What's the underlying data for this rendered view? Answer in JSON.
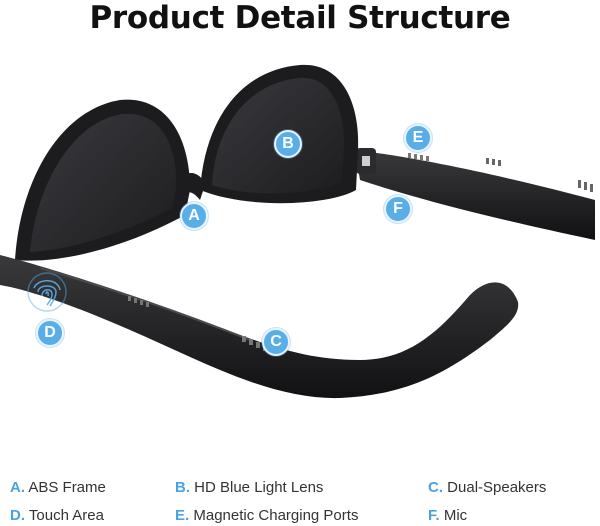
{
  "title": "Product Detail Structure",
  "markers": {
    "a": "A",
    "b": "B",
    "c": "C",
    "d": "D",
    "e": "E",
    "f": "F"
  },
  "legend": [
    {
      "letter": "A.",
      "label": "ABS Frame"
    },
    {
      "letter": "B.",
      "label": "HD Blue Light Lens"
    },
    {
      "letter": "C.",
      "label": "Dual-Speakers"
    },
    {
      "letter": "D.",
      "label": "Touch Area"
    },
    {
      "letter": "E.",
      "label": "Magnetic Charging Ports"
    },
    {
      "letter": "F.",
      "label": "Mic"
    }
  ],
  "colors": {
    "accent": "#5aaee8",
    "frame": "#1c1c1e",
    "lens": "#2a2a2e"
  }
}
